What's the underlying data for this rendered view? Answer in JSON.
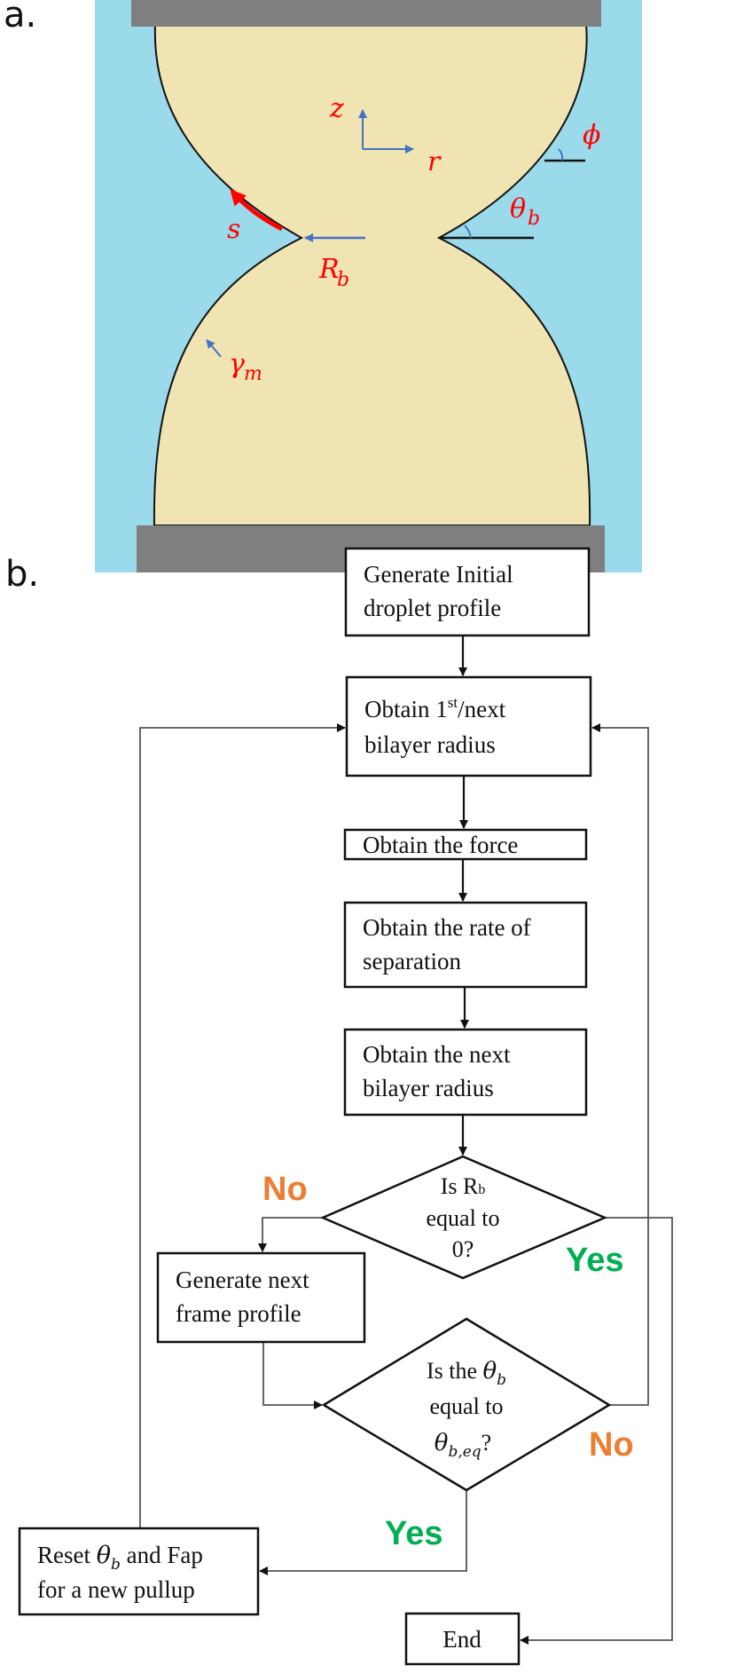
{
  "panel_a": {
    "label": "a.",
    "colors": {
      "medium": "#9bdaea",
      "droplet": "#f0e4b2",
      "plate": "#7f7f7f",
      "annotation": "#ff0000",
      "vector": "#4472c4"
    },
    "symbols": {
      "z": "z",
      "r": "r",
      "phi": "ϕ",
      "theta_b": "θ",
      "theta_b_sub": "b",
      "s": "s",
      "R_b": "R",
      "R_b_sub": "b",
      "gamma_m": "γ",
      "gamma_m_sub": "m"
    }
  },
  "panel_b": {
    "label": "b.",
    "steps": [
      {
        "id": "generate-initial",
        "lines": [
          "Generate Initial",
          "droplet profile"
        ]
      },
      {
        "id": "obtain-bilayer-radius",
        "lines": [
          "Obtain 1",
          "st",
          "/next",
          "bilayer radius"
        ]
      },
      {
        "id": "obtain-force",
        "lines": [
          "Obtain the force"
        ]
      },
      {
        "id": "obtain-rate",
        "lines": [
          "Obtain the rate of",
          "separation"
        ]
      },
      {
        "id": "obtain-next-radius",
        "lines": [
          "Obtain the next",
          "bilayer radius"
        ]
      },
      {
        "id": "generate-next-frame",
        "lines": [
          "Generate next",
          "frame profile"
        ]
      },
      {
        "id": "reset",
        "lines": [
          "Reset ",
          "θ",
          "b",
          " and Fap",
          "for a new pullup"
        ]
      },
      {
        "id": "end",
        "lines": [
          "End"
        ]
      }
    ],
    "decisions": [
      {
        "id": "is-rb-zero",
        "lines": [
          "Is R",
          "b",
          "equal to",
          "0?"
        ]
      },
      {
        "id": "is-theta-eq",
        "lines": [
          "Is the ",
          "θ",
          "b",
          "equal to",
          "θ",
          "b,eq",
          "?"
        ]
      }
    ],
    "branch_labels": {
      "rb_no": "No",
      "rb_yes": "Yes",
      "theta_no": "No",
      "theta_yes": "Yes"
    },
    "colors": {
      "yes": "#00b050",
      "no": "#ed7d31"
    }
  }
}
